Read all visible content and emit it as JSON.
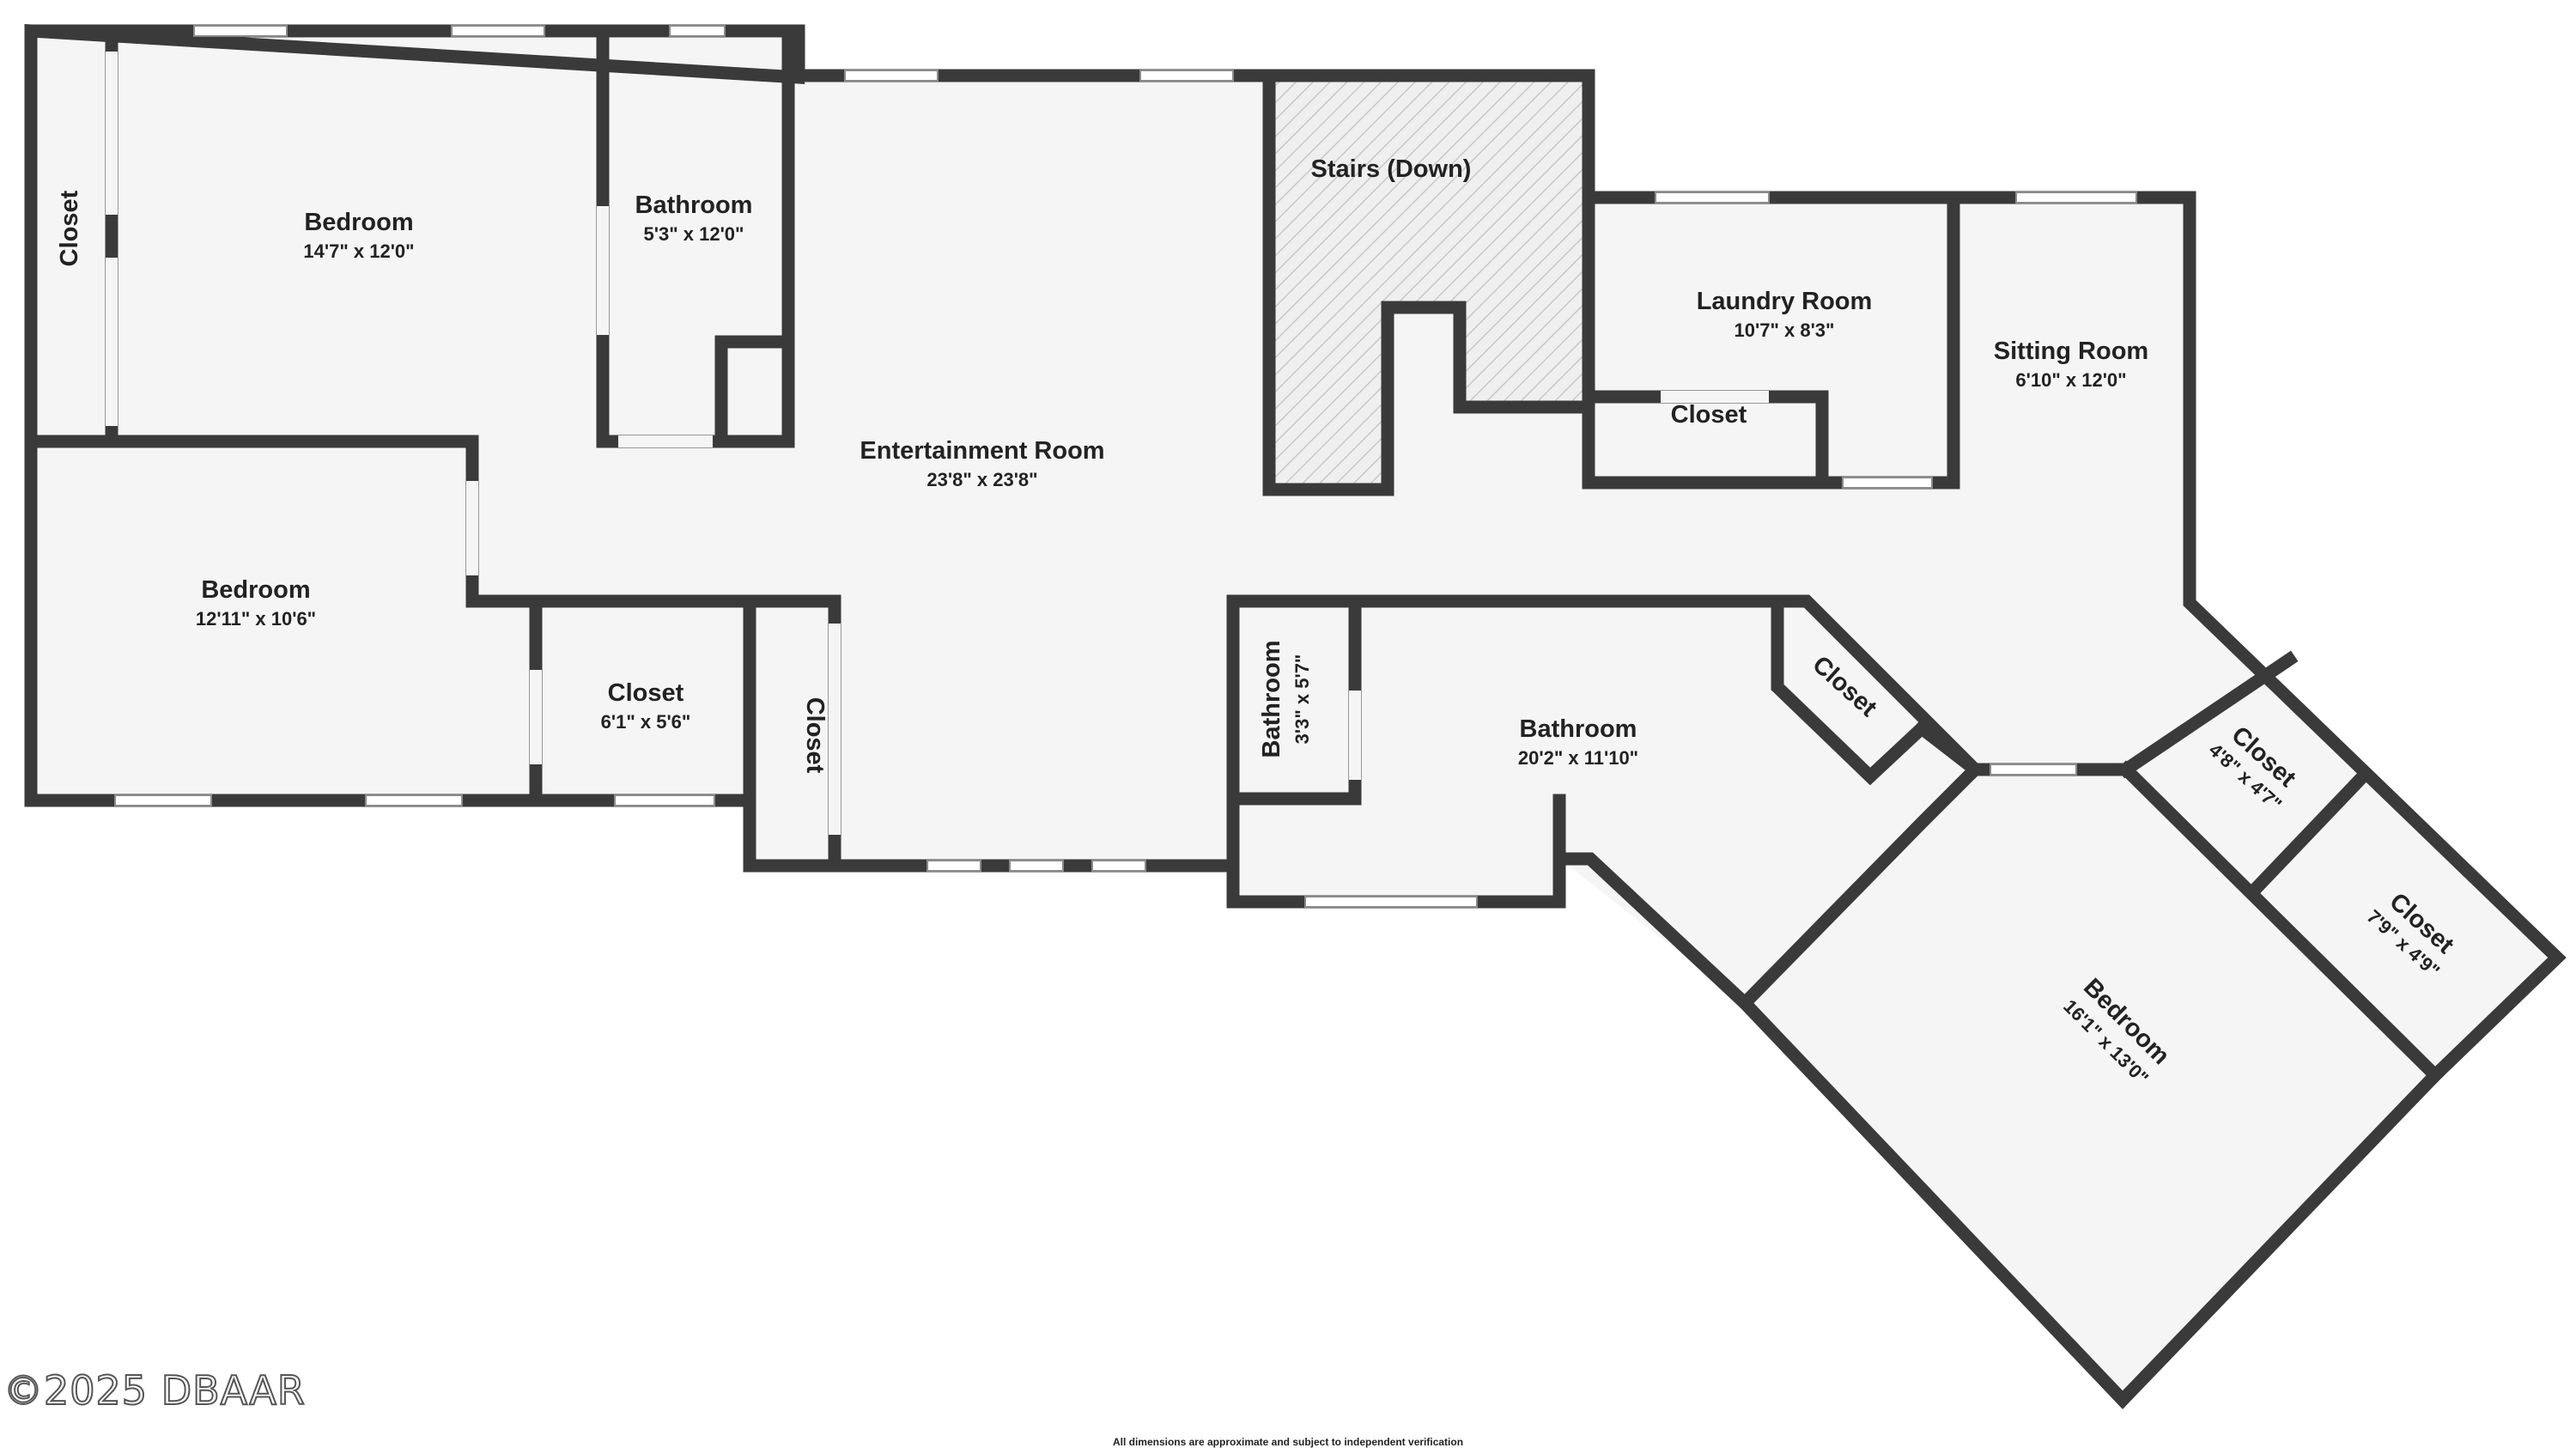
{
  "rooms": {
    "bedroom1": {
      "name": "Bedroom",
      "dims": "14'7\" x 12'0\""
    },
    "closet_left": {
      "name": "Closet"
    },
    "bathroom1": {
      "name": "Bathroom",
      "dims": "5'3\" x 12'0\""
    },
    "entertainment": {
      "name": "Entertainment Room",
      "dims": "23'8\" x 23'8\""
    },
    "stairs": {
      "name": "Stairs (Down)"
    },
    "laundry": {
      "name": "Laundry Room",
      "dims": "10'7\" x 8'3\""
    },
    "laundry_closet": {
      "name": "Closet"
    },
    "sitting": {
      "name": "Sitting Room",
      "dims": "6'10\" x 12'0\""
    },
    "bedroom2": {
      "name": "Bedroom",
      "dims": "12'11\" x 10'6\""
    },
    "closet_mid": {
      "name": "Closet",
      "dims": "6'1\" x 5'6\""
    },
    "closet_vert": {
      "name": "Closet"
    },
    "bathroom_small": {
      "name": "Bathroom",
      "dims": "3'3\" x 5'7\""
    },
    "bathroom_main": {
      "name": "Bathroom",
      "dims": "20'2\" x 11'10\""
    },
    "closet_diag": {
      "name": "Closet"
    },
    "closet_a": {
      "name": "Closet",
      "dims": "4'8\" x 4'7\""
    },
    "closet_b": {
      "name": "Closet",
      "dims": "7'9\" x 4'9\""
    },
    "bedroom3": {
      "name": "Bedroom",
      "dims": "16'1\" x 13'0\""
    }
  },
  "watermark": "©2025 DBAAR",
  "disclaimer": "All dimensions are approximate and subject to independent verification",
  "colors": {
    "wall": "#3a3a3a",
    "floor": "#f5f5f5",
    "stairs_hatch": "#c8c8c8"
  }
}
